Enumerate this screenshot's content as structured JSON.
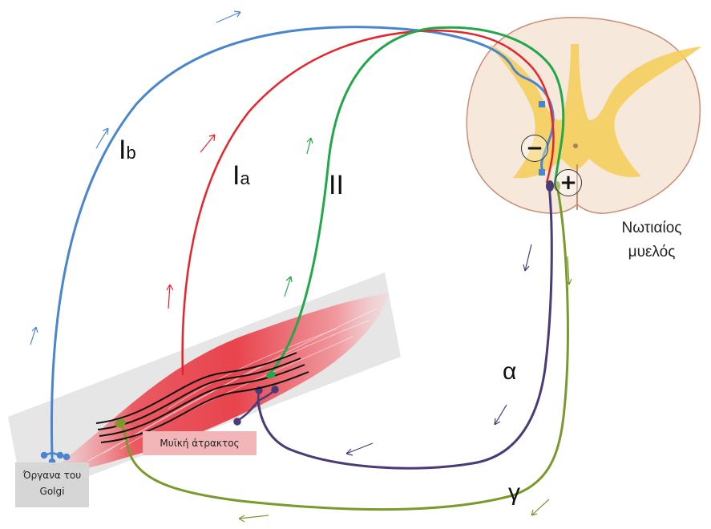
{
  "labels": {
    "ib_main": "I",
    "ib_sub": "b",
    "ia_main": "I",
    "ia_sub": "a",
    "ii": "II",
    "alpha": "α",
    "gamma": "γ",
    "spinal_cord_line1": "Νωτιαίος",
    "spinal_cord_line2": "μυελός",
    "muscle_spindle": "Μυϊκή άτρακτος",
    "golgi_line1": "Όργανα του",
    "golgi_line2": "Golgi",
    "inhibitory_sign": "−",
    "excitatory_sign": "+"
  },
  "colors": {
    "ib_fiber": "#4a86cf",
    "ia_fiber": "#e8242b",
    "ii_fiber": "#22a84a",
    "alpha_fiber": "#4b3a78",
    "gamma_fiber": "#7a9a2e",
    "muscle": "#e84a52",
    "spinal_white": "#f6e8da",
    "spinal_gray": "#f4cf5c",
    "spindle_box": "#f2b6b8",
    "golgi_box": "#d6d6d6"
  }
}
